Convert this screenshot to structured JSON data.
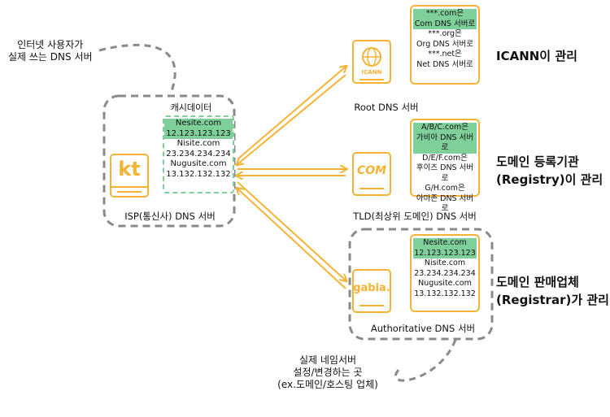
{
  "user_note": {
    "line1": "인터넷 사용자가",
    "line2": "실제 쓰는 DNS 서버"
  },
  "isp": {
    "cache_title": "캐시데이터",
    "logo": "kt",
    "entries": [
      {
        "domain": "Nesite.com",
        "ip": "12.123.123.123",
        "highlight": true
      },
      {
        "domain": "Nisite.com",
        "ip": "23.234.234.234",
        "highlight": false
      },
      {
        "domain": "Nugusite.com",
        "ip": "13.132.132.132",
        "highlight": false
      }
    ],
    "label": "ISP(통신사) DNS 서버"
  },
  "root": {
    "logo": "ICANN",
    "label": "Root DNS 서버",
    "entries": [
      {
        "l1": "***.com은",
        "l2": "Com DNS 서버로",
        "highlight": true
      },
      {
        "l1": "***.org은",
        "l2": "Org DNS 서버로",
        "highlight": false
      },
      {
        "l1": "***.net은",
        "l2": "Net DNS 서버로",
        "highlight": false
      }
    ],
    "side_label": "ICANN이 관리"
  },
  "tld": {
    "logo": "COM",
    "label": "TLD(최상위 도메인) DNS 서버",
    "entries": [
      {
        "l1": "A/B/C.com은",
        "l2": "가비아 DNS 서버로",
        "highlight": true
      },
      {
        "l1": "D/E/F.com은",
        "l2": "후이즈 DNS 서버로",
        "highlight": false
      },
      {
        "l1": "G/H.com은",
        "l2": "아마존 DNS 서버로",
        "highlight": false
      }
    ],
    "side_label_1": "도메인 등록기관",
    "side_label_2": "(Registry)이 관리"
  },
  "auth": {
    "logo": "gabia.",
    "label": "Authoritative DNS 서버",
    "entries": [
      {
        "domain": "Nesite.com",
        "ip": "12.123.123.123",
        "highlight": true
      },
      {
        "domain": "Nisite.com",
        "ip": "23.234.234.234",
        "highlight": false
      },
      {
        "domain": "Nugusite.com",
        "ip": "13.132.132.132",
        "highlight": false
      }
    ],
    "side_label_1": "도메인 판매업체",
    "side_label_2": "(Registrar)가 관리"
  },
  "registrar_note": {
    "line1": "실제 네임서버",
    "line2": "설정/변경하는 곳",
    "line3": "(ex.도메인/호스팅 업체)"
  },
  "colors": {
    "accent": "#f5b335",
    "cache_green": "#7fcf9a",
    "dashed_gray": "#8a8a8a"
  }
}
